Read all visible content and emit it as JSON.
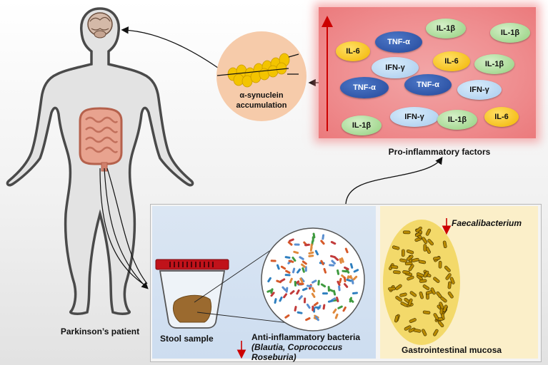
{
  "patient_label": "Parkinson’s patient",
  "synuclein": {
    "line1": "α-synuclein",
    "line2": "accumulation"
  },
  "pro_inflammatory_label": "Pro-inflammatory factors",
  "cytokines": [
    {
      "label": "IL-1β",
      "kind": "il1b"
    },
    {
      "label": "IL-1β",
      "kind": "il1b"
    },
    {
      "label": "TNF-α",
      "kind": "tnf"
    },
    {
      "label": "IL-6",
      "kind": "il6"
    },
    {
      "label": "IL-6",
      "kind": "il6"
    },
    {
      "label": "IL-1β",
      "kind": "il1b"
    },
    {
      "label": "IFN-γ",
      "kind": "ifn"
    },
    {
      "label": "TNF-α",
      "kind": "tnf"
    },
    {
      "label": "TNF-α",
      "kind": "tnf"
    },
    {
      "label": "IFN-γ",
      "kind": "ifn"
    },
    {
      "label": "IFN-γ",
      "kind": "ifn"
    },
    {
      "label": "IL-1β",
      "kind": "il1b"
    },
    {
      "label": "IL-1β",
      "kind": "il1b"
    },
    {
      "label": "IL-6",
      "kind": "il6"
    }
  ],
  "stool_label": "Stool sample",
  "anti_bacteria": {
    "title": "Anti-inflammatory bacteria",
    "line2": "(Blautia, Coprococcus",
    "line3": "Roseburia)"
  },
  "faecalibacterium": "Faecalibacterium",
  "gi_mucosa_label": "Gastrointestinal mucosa",
  "colors": {
    "il6": "#f2b400",
    "il1b": "#92cf7d",
    "tnf": "#24489a",
    "ifn": "#a7cbee",
    "arrow_red": "#cc0000",
    "panel_red": "#ef8d8f"
  }
}
